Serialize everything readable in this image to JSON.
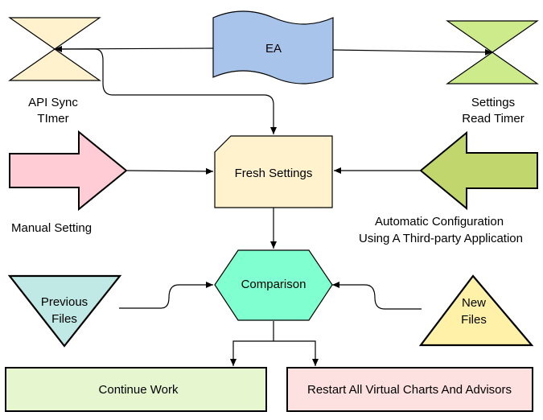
{
  "nodes": {
    "ea": {
      "label": "EA",
      "fill": "#a9c4eb"
    },
    "api_timer": {
      "label_line1": "API Sync",
      "label_line2": "TImer",
      "fill": "#fff2cc"
    },
    "settings_timer": {
      "label_line1": "Settings",
      "label_line2": "Read Timer",
      "fill": "#cdeb8b"
    },
    "fresh_settings": {
      "label": "Fresh Settings",
      "fill": "#fff2cc"
    },
    "manual_setting": {
      "label": "Manual Setting",
      "fill": "#ffccd5"
    },
    "auto_config": {
      "label_line1": "Automatic Configuration",
      "label_line2": "Using A Third-party Application",
      "fill": "#c2d66e"
    },
    "comparison": {
      "label": "Comparison",
      "fill": "#80ffd0"
    },
    "previous_files": {
      "label_line1": "Previous",
      "label_line2": "Files",
      "fill": "#c0e8e4"
    },
    "new_files": {
      "label_line1": "New",
      "label_line2": "Files",
      "fill": "#fff2a8"
    },
    "continue_work": {
      "label": "Continue Work",
      "fill": "#e6f7cf"
    },
    "restart_all": {
      "label": "Restart All Virtual Charts And Advisors",
      "fill": "#fde0e0"
    }
  },
  "edges": [
    {
      "from": "ea",
      "to": "api_timer"
    },
    {
      "from": "ea",
      "to": "settings_timer"
    },
    {
      "from": "api_timer",
      "to": "fresh_settings"
    },
    {
      "from": "manual_setting",
      "to": "fresh_settings"
    },
    {
      "from": "auto_config",
      "to": "fresh_settings"
    },
    {
      "from": "fresh_settings",
      "to": "comparison"
    },
    {
      "from": "previous_files",
      "to": "comparison"
    },
    {
      "from": "new_files",
      "to": "comparison"
    },
    {
      "from": "comparison",
      "to": "continue_work"
    },
    {
      "from": "comparison",
      "to": "restart_all"
    }
  ],
  "colors": {
    "stroke": "#000000"
  }
}
